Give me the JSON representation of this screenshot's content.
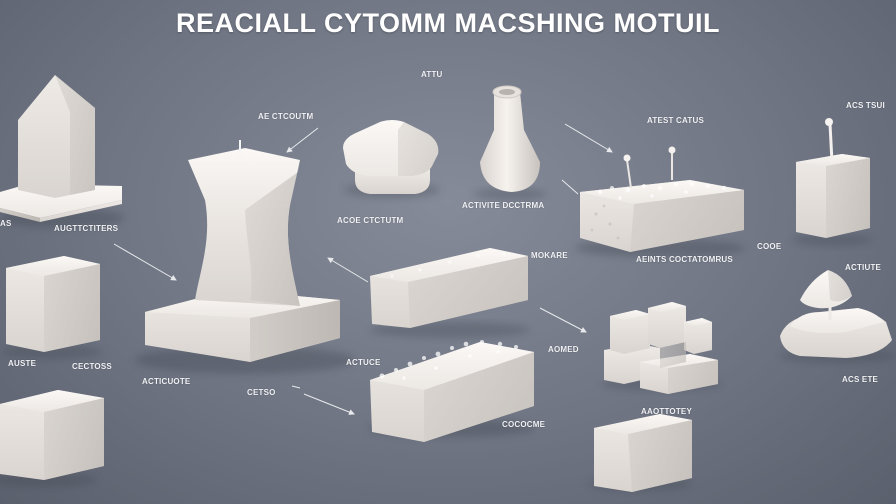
{
  "title": "REACIALL CYTOMM MACSHING MOTUIL",
  "colors": {
    "background": "#6f7583",
    "foam_light": "#f3efeb",
    "foam_mid": "#e4dfda",
    "foam_shadow": "#c9c4bf",
    "label_text": "#f2f3f6",
    "arrow": "#e8e9ec"
  },
  "labels": [
    {
      "id": "l1",
      "text": "ATTU"
    },
    {
      "id": "l2",
      "text": "AE CTCOUTM"
    },
    {
      "id": "l3",
      "text": "ATEST CATUS"
    },
    {
      "id": "l4",
      "text": "ACS TSUI"
    },
    {
      "id": "l5",
      "text": "AS"
    },
    {
      "id": "l6",
      "text": "AUGTTCTITERS"
    },
    {
      "id": "l7",
      "text": "ACOE CTCTUTM"
    },
    {
      "id": "l8",
      "text": "ACTIVITE DCCTRMA"
    },
    {
      "id": "l9",
      "text": "MOKARE"
    },
    {
      "id": "l10",
      "text": "AEINTS COCTATOMRUS"
    },
    {
      "id": "l11",
      "text": "COOE"
    },
    {
      "id": "l12",
      "text": "ACTIUTE"
    },
    {
      "id": "l13",
      "text": "AUSTE"
    },
    {
      "id": "l14",
      "text": "CECTOSS"
    },
    {
      "id": "l15",
      "text": "ACTICUOTE"
    },
    {
      "id": "l16",
      "text": "ACTUCE"
    },
    {
      "id": "l17",
      "text": "AOMED"
    },
    {
      "id": "l18",
      "text": "ACS ETE"
    },
    {
      "id": "l19",
      "text": "CETSO"
    },
    {
      "id": "l20",
      "text": "COCOCME"
    },
    {
      "id": "l21",
      "text": "AAOTTOTEY"
    }
  ]
}
